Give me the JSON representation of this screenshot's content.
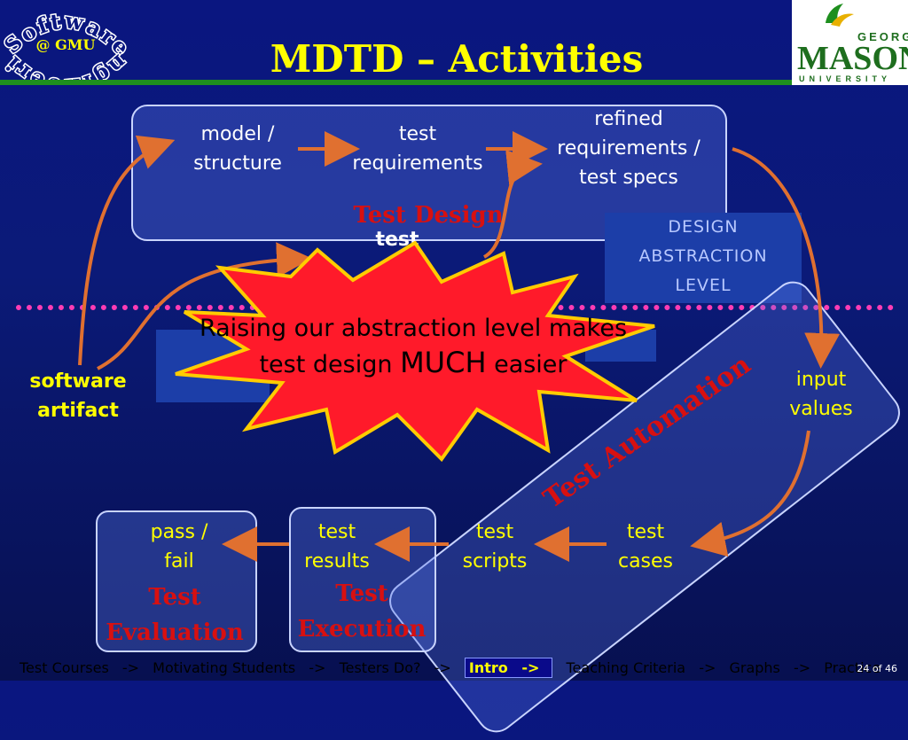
{
  "slide": {
    "title": "MDTD – Activities",
    "logo_left": {
      "line1": "Software Engineering",
      "line2": "@ GMU"
    },
    "logo_right": {
      "top": "GEORGE",
      "main": "MASON",
      "bottom": "UNIVERSITY"
    }
  },
  "design_box": {
    "nodes": [
      {
        "line1": "model /",
        "line2": "structure"
      },
      {
        "line1": "test",
        "line2": "requirements"
      },
      {
        "line1": "refined",
        "line2": "requirements /",
        "line3": "test specs"
      }
    ],
    "label": "Test Design"
  },
  "abstraction": {
    "line1": "DESIGN",
    "line2": "ABSTRACTION",
    "line3": "LEVEL"
  },
  "burst": {
    "line1": "Raising our abstraction level makes",
    "line2a": "test design ",
    "line2b": "MUCH",
    "line2c": " easier",
    "hidden_fragment": "test"
  },
  "artifact": {
    "line1": "software",
    "line2": "artifact"
  },
  "input_values": {
    "line1": "input",
    "line2": "values"
  },
  "automation": {
    "label": "Test Automation",
    "test_scripts": {
      "line1": "test",
      "line2": "scripts"
    },
    "test_cases": {
      "line1": "test",
      "line2": "cases"
    }
  },
  "execution": {
    "line1": "test",
    "line2": "results",
    "label1": "Test",
    "label2": "Execution"
  },
  "evaluation": {
    "line1": "pass /",
    "line2": "fail",
    "label1": "Test",
    "label2": "Evaluation"
  },
  "footer": {
    "nav": [
      "Test Courses",
      "->",
      "Motivating Students",
      "->",
      "Testers Do?",
      "->"
    ],
    "current": "Intro",
    "current_arrow": "->",
    "nav_after": [
      "Teaching Criteria",
      "->",
      "Graphs",
      "->",
      "Practice"
    ],
    "page": "24",
    "of": "of 46"
  },
  "colors": {
    "title": "#ffff00",
    "accent_red": "#d81010",
    "arrow": "#e07030",
    "burst": "#ff1a2a"
  }
}
